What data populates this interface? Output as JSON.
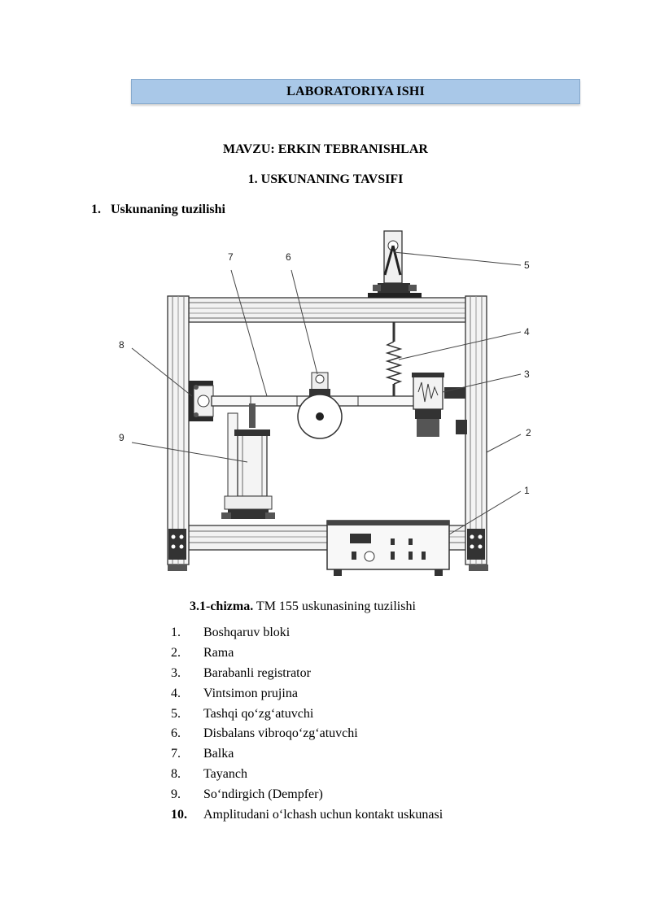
{
  "banner": {
    "title": "LABORATORIYA ISHI"
  },
  "topic": "MAVZU: ERKIN TEBRANISHLAR",
  "chapter": "1. USKUNANING TAVSIFI",
  "section": {
    "number": "1.",
    "title": "Uskunaning tuzilishi"
  },
  "figure": {
    "callouts": [
      "1",
      "2",
      "3",
      "4",
      "5",
      "6",
      "7",
      "8",
      "9"
    ],
    "caption_label": "3.1-chizma.",
    "caption_text": " TM 155 uskunasining tuzilishi"
  },
  "parts": [
    {
      "number": "1.",
      "name": "Boshqaruv bloki"
    },
    {
      "number": "2.",
      "name": "Rama"
    },
    {
      "number": "3.",
      "name": "Barabanli registrator"
    },
    {
      "number": "4.",
      "name": "Vintsimon prujina"
    },
    {
      "number": "5.",
      "name": "Tashqi qo‘zg‘atuvchi"
    },
    {
      "number": "6.",
      "name": "Disbalans vibroqo‘zg‘atuvchi"
    },
    {
      "number": "7.",
      "name": "Balka"
    },
    {
      "number": "8.",
      "name": "Tayanch"
    },
    {
      "number": "9.",
      "name": "So‘ndirgich (Dempfer)"
    },
    {
      "number": "10.",
      "name": "Amplitudani o‘lchash uchun kontakt uskunasi"
    }
  ]
}
